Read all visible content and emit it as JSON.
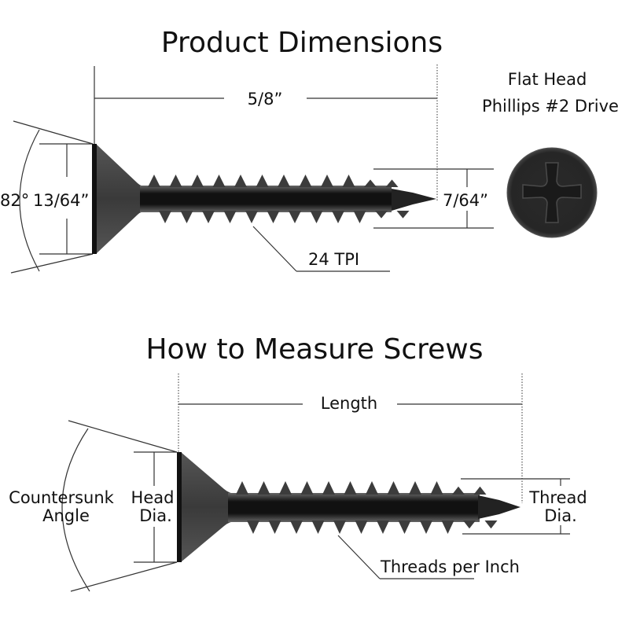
{
  "product_dimensions": {
    "title": "Product Dimensions",
    "length": "5/8”",
    "head_diameter": "13/64”",
    "countersunk_angle": "82°",
    "thread_diameter": "7/64”",
    "threads_per_inch": "24 TPI",
    "head_type_line1": "Flat Head",
    "head_type_line2": "Phillips #2 Drive",
    "drive_icon": "phillips-drive-icon"
  },
  "how_to_measure": {
    "title": "How to Measure Screws",
    "length": "Length",
    "head_dia_line1": "Head",
    "head_dia_line2": "Dia.",
    "angle_line1": "Countersunk",
    "angle_line2": "Angle",
    "thread_dia_line1": "Thread",
    "thread_dia_line2": "Dia.",
    "threads_per_inch": "Threads per Inch"
  },
  "colors": {
    "screw": "#1c1c1c",
    "line": "#333333"
  }
}
